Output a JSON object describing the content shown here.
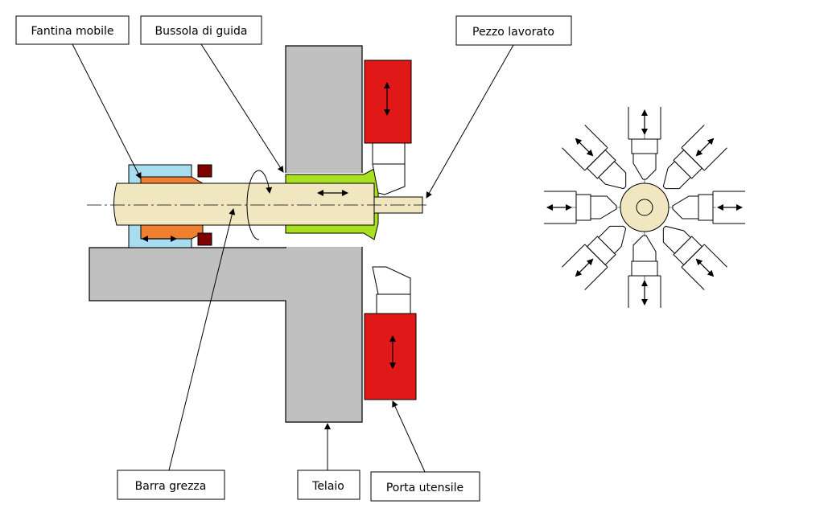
{
  "labels": {
    "fantina_mobile": "Fantina mobile",
    "bussola_guida": "Bussola di guida",
    "pezzo_lavorato": "Pezzo lavorato",
    "barra_grezza": "Barra grezza",
    "telaio": "Telaio",
    "porta_utensile": "Porta utensile"
  },
  "colors": {
    "frame": "#c0c0c0",
    "bar": "#f0e6c0",
    "guide_bushing": "#a8e020",
    "headstock": "#a8dcef",
    "collet": "#f08030",
    "clamp": "#800000",
    "tool_holder": "#e01818",
    "arrow": "#c00000"
  },
  "icons": {
    "rotation": "rotation-arrow-icon",
    "axial_motion": "double-arrow-icon",
    "radial_motion": "double-arrow-icon"
  }
}
